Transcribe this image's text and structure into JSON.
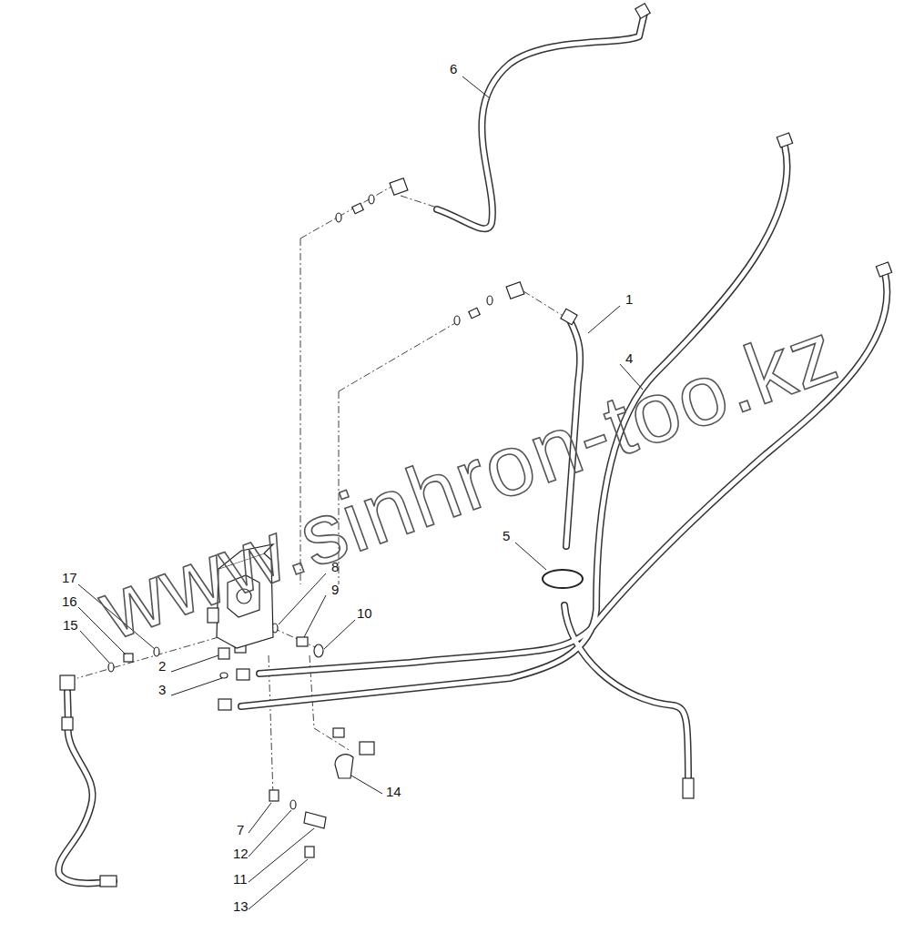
{
  "diagram": {
    "labels": [
      "6",
      "1",
      "4",
      "5",
      "17",
      "16",
      "15",
      "8",
      "9",
      "10",
      "2",
      "3",
      "14",
      "7",
      "12",
      "11",
      "13",
      "www.sinhron-too.kz"
    ]
  }
}
